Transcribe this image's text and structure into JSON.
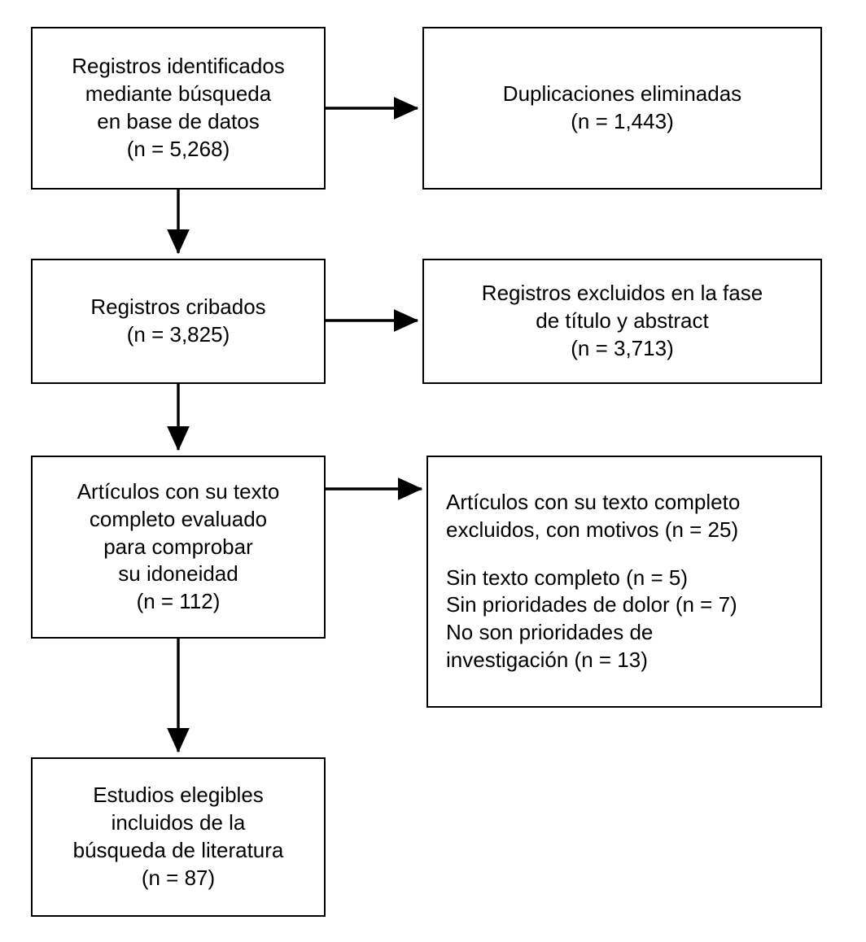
{
  "diagram": {
    "type": "prisma-flow-diagram",
    "language": "es",
    "colors": {
      "background": "#ffffff",
      "border": "#000000",
      "text": "#000000",
      "arrow": "#000000"
    },
    "boxes": [
      {
        "id": "identified",
        "name": "records-identified-box",
        "align": "center",
        "lines": [
          "Registros identificados",
          "mediante búsqueda",
          "en base de datos",
          "(n = 5,268)"
        ],
        "count_label": "(n = 5,268)",
        "count": 5268
      },
      {
        "id": "duplicates",
        "name": "duplicates-removed-box",
        "align": "center",
        "lines": [
          "Duplicaciones eliminadas",
          "(n = 1,443)"
        ],
        "count_label": "(n = 1,443)",
        "count": 1443
      },
      {
        "id": "screened",
        "name": "records-screened-box",
        "align": "center",
        "lines": [
          "Registros cribados",
          "(n = 3,825)"
        ],
        "count_label": "(n = 3,825)",
        "count": 3825
      },
      {
        "id": "excluded-title-abstract",
        "name": "records-excluded-title-abstract-box",
        "align": "center",
        "lines": [
          "Registros excluidos en la fase",
          "de título y abstract",
          "(n = 3,713)"
        ],
        "count_label": "(n = 3,713)",
        "count": 3713
      },
      {
        "id": "fulltext-assessed",
        "name": "fulltext-assessed-box",
        "align": "center",
        "lines": [
          "Artículos con su texto",
          "completo evaluado",
          "para comprobar",
          "su idoneidad",
          "(n = 112)"
        ],
        "count_label": "(n = 112)",
        "count": 112
      },
      {
        "id": "fulltext-excluded",
        "name": "fulltext-excluded-reasons-box",
        "align": "left",
        "lines": [
          "Artículos con su texto completo",
          "excluidos, con motivos (n = 25)",
          "",
          "Sin texto completo (n = 5)",
          "Sin prioridades de dolor (n = 7)",
          "No son prioridades de",
          "investigación (n = 13)"
        ],
        "count_label": "(n = 25)",
        "count": 25,
        "reasons": [
          {
            "label": "Sin texto completo",
            "count_label": "(n = 5)",
            "count": 5
          },
          {
            "label": "Sin prioridades de dolor",
            "count_label": "(n = 7)",
            "count": 7
          },
          {
            "label": "No son prioridades de investigación",
            "count_label": "(n = 13)",
            "count": 13
          }
        ]
      },
      {
        "id": "included",
        "name": "studies-included-box",
        "align": "center",
        "lines": [
          "Estudios elegibles",
          "incluidos de la",
          "búsqueda de literatura",
          "(n = 87)"
        ],
        "count_label": "(n = 87)",
        "count": 87
      }
    ],
    "connectors": [
      {
        "id": "identified-to-duplicates",
        "name": "arrow-identified-to-duplicates",
        "direction": "right"
      },
      {
        "id": "identified-to-screened",
        "name": "arrow-identified-to-screened",
        "direction": "down"
      },
      {
        "id": "screened-to-excluded",
        "name": "arrow-screened-to-excluded",
        "direction": "right"
      },
      {
        "id": "screened-to-fulltext",
        "name": "arrow-screened-to-fulltext",
        "direction": "down"
      },
      {
        "id": "fulltext-to-excluded",
        "name": "arrow-fulltext-to-excluded",
        "direction": "right"
      },
      {
        "id": "fulltext-to-included",
        "name": "arrow-fulltext-to-included",
        "direction": "down"
      }
    ]
  },
  "box_text": {
    "identified": {
      "l0": "Registros identificados",
      "l1": "mediante búsqueda",
      "l2": "en base de datos",
      "l3": "(n = 5,268)"
    },
    "duplicates": {
      "l0": "Duplicaciones eliminadas",
      "l1": "(n = 1,443)"
    },
    "screened": {
      "l0": "Registros cribados",
      "l1": "(n = 3,825)"
    },
    "excluded_ta": {
      "l0": "Registros excluidos en la fase",
      "l1": "de título y abstract",
      "l2": "(n = 3,713)"
    },
    "fulltext": {
      "l0": "Artículos con su texto",
      "l1": "completo evaluado",
      "l2": "para comprobar",
      "l3": "su idoneidad",
      "l4": "(n = 112)"
    },
    "excluded_fr": {
      "l0": "Artículos con su texto completo",
      "l1": "excluidos, con motivos (n = 25)",
      "l2": "Sin texto completo (n = 5)",
      "l3": "Sin prioridades de dolor (n = 7)",
      "l4": "No son prioridades de",
      "l5": "investigación (n = 13)"
    },
    "included": {
      "l0": "Estudios elegibles",
      "l1": "incluidos de la",
      "l2": "búsqueda de literatura",
      "l3": "(n = 87)"
    }
  }
}
